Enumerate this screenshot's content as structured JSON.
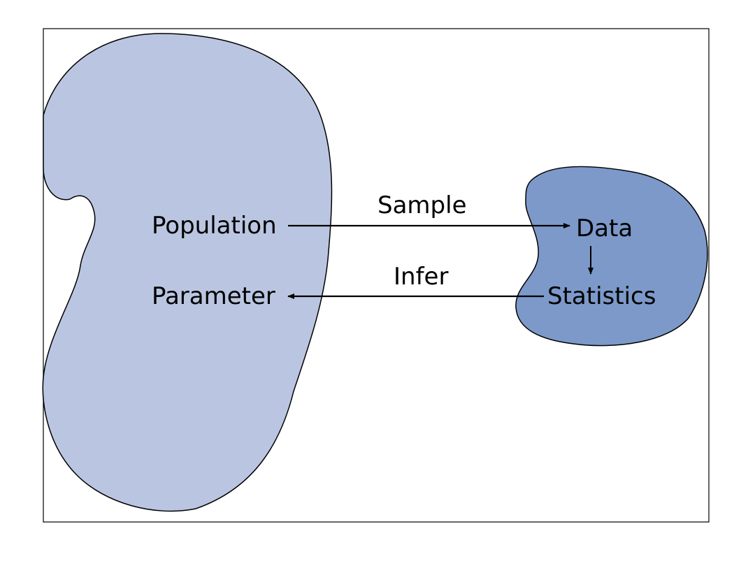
{
  "diagram": {
    "labels": {
      "population": "Population",
      "parameter": "Parameter",
      "sample": "Sample",
      "infer": "Infer",
      "data": "Data",
      "statistics": "Statistics"
    },
    "colors": {
      "population_fill": "#BAC6E1",
      "sample_fill": "#7C99C9",
      "outline": "#000000",
      "background": "#FFFFFF"
    }
  }
}
